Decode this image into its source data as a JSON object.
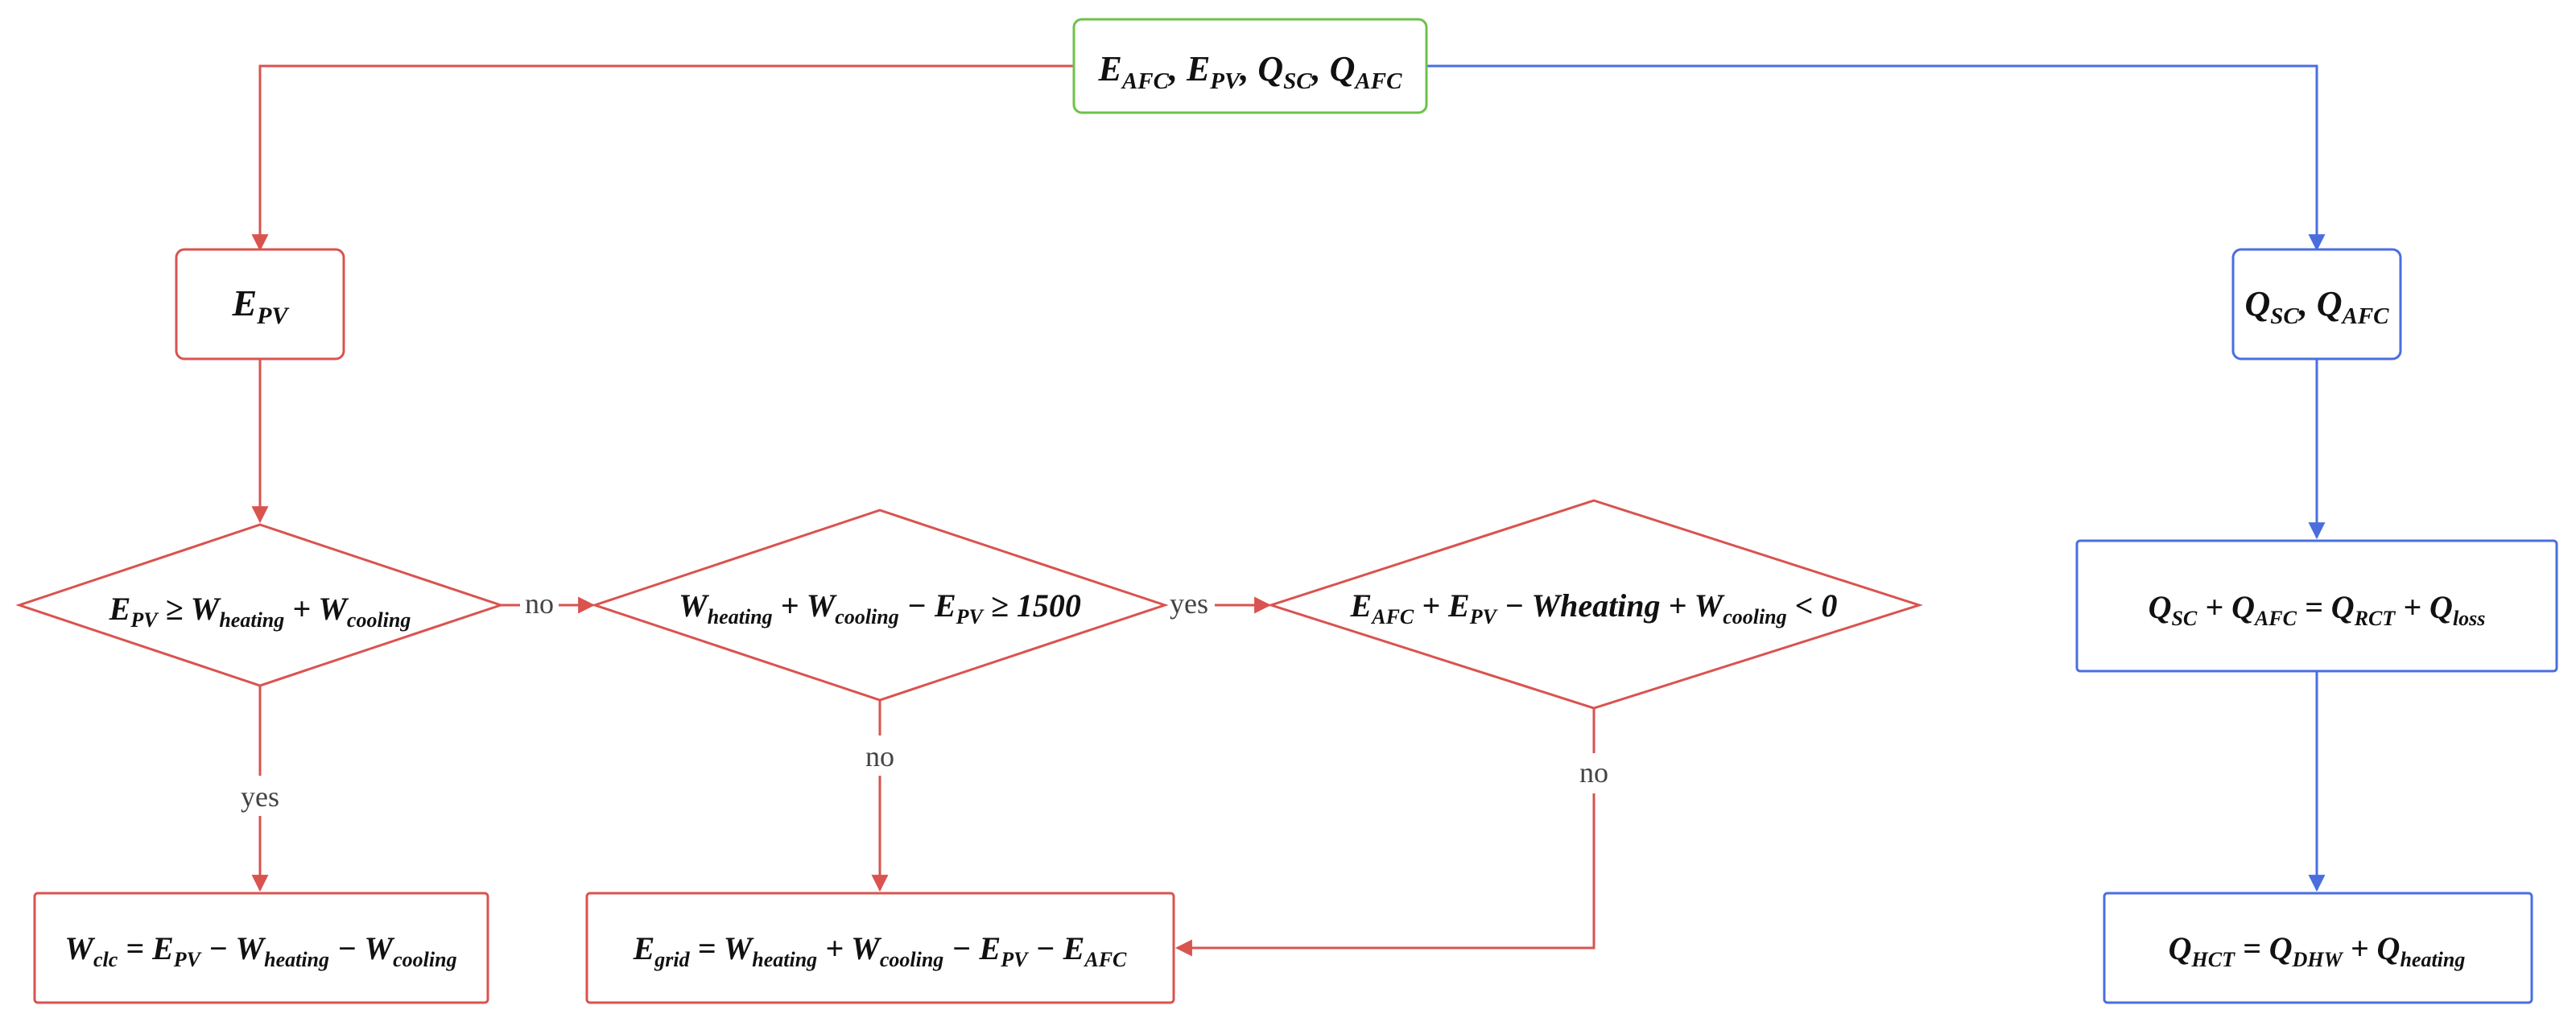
{
  "colors": {
    "red": "#d9534f",
    "blue": "#4a6ee0",
    "green": "#6cc24a"
  },
  "nodes": {
    "inputs": {
      "text": "E_{AFC}, E_{PV}, Q_{SC}, Q_{AFC}"
    },
    "epv": {
      "text": "E_{PV}"
    },
    "qsc_qafc": {
      "text": "Q_{SC}, Q_{AFC}"
    },
    "decision_1": {
      "text": "E_{PV} ≥ W_{heating} + W_{cooling}"
    },
    "decision_2": {
      "text": "W_{heating} + W_{cooling} − E_{PV} ≥ 1500"
    },
    "decision_3": {
      "text": "E_{AFC} + E_{PV} − Wheating + W_{cooling} < 0"
    },
    "wclc": {
      "text": "W_{clc} = E_{PV} − W_{heating} − W_{cooling}"
    },
    "egrid": {
      "text": "E_{grid} = W_{heating} + W_{cooling} − E_{PV} − E_{AFC}"
    },
    "qbalance": {
      "text": "Q_{SC} + Q_{AFC} = Q_{RCT} + Q_{loss}"
    },
    "qhct": {
      "text": "Q_{HCT} = Q_{DHW} + Q_{heating}"
    }
  },
  "edge_labels": {
    "d1_no": "no",
    "d1_yes": "yes",
    "d2_yes": "yes",
    "d2_no": "no",
    "d3_no": "no"
  }
}
